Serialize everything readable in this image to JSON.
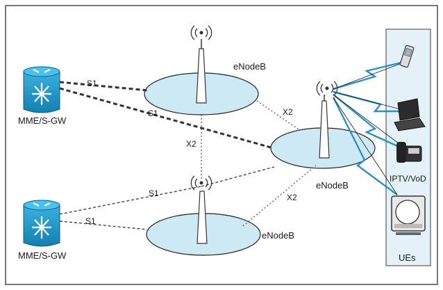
{
  "diagram": {
    "nodes": {
      "mme_top": {
        "label": "MME/S-GW",
        "icon": "router-icon"
      },
      "mme_bottom": {
        "label": "MME/S-GW",
        "icon": "router-icon"
      },
      "enb_top": {
        "label": "eNodeB",
        "icon": "antenna-tower-icon"
      },
      "enb_right": {
        "label": "eNodeB",
        "icon": "antenna-tower-icon"
      },
      "enb_bottom": {
        "label": "eNodeB",
        "icon": "antenna-tower-icon"
      }
    },
    "links": {
      "s1_label": "S1",
      "x2_label": "X2"
    },
    "ues": {
      "label": "UEs",
      "iptv_label": "IPTV/VoD",
      "devices": [
        "mobile-phone-icon",
        "laptop-icon",
        "desk-phone-icon",
        "tv-icon"
      ]
    },
    "colors": {
      "router_fill": "#1c9bd0",
      "cell_fill": "#cde9f3",
      "ue_box_fill": "#e2f2f8",
      "radio_link": "#2a8fc4"
    }
  }
}
